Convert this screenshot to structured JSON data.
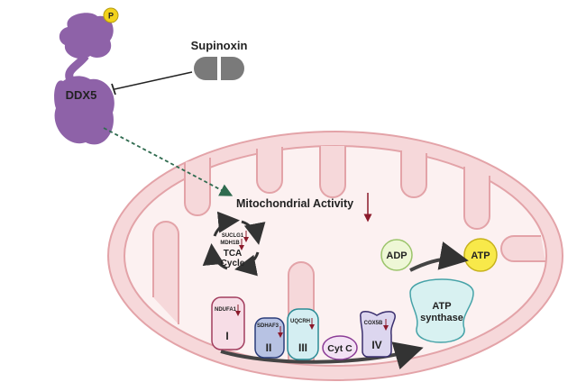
{
  "labels": {
    "phospho": "P",
    "ddx5": "DDX5",
    "drug": "Supinoxin",
    "mito_activity": "Mitochondrial Activity",
    "tca_gene1": "SUCLG1",
    "tca_gene2": "MDH1B",
    "tca_line1": "TCA",
    "tca_line2": "Cycle",
    "adp": "ADP",
    "atp": "ATP",
    "atp_synthase_line1": "ATP",
    "atp_synthase_line2": "synthase",
    "complex1_gene": "NDUFA1",
    "complex1": "I",
    "complex2_gene": "SDHAF3",
    "complex2": "II",
    "complex3_gene": "UQCRH",
    "complex3": "III",
    "cytc": "Cyt C",
    "complex4_gene": "COX5B",
    "complex4": "IV"
  },
  "colors": {
    "protein": "#8e62a8",
    "phospho": "#f2d21b",
    "mito_outer": "#f6d8da",
    "mito_membrane": "#e3a3a8",
    "matrix": "#fcf1f1",
    "down_arrow": "#8b1a2b",
    "dashed_arrow": "#2f6b4f"
  }
}
